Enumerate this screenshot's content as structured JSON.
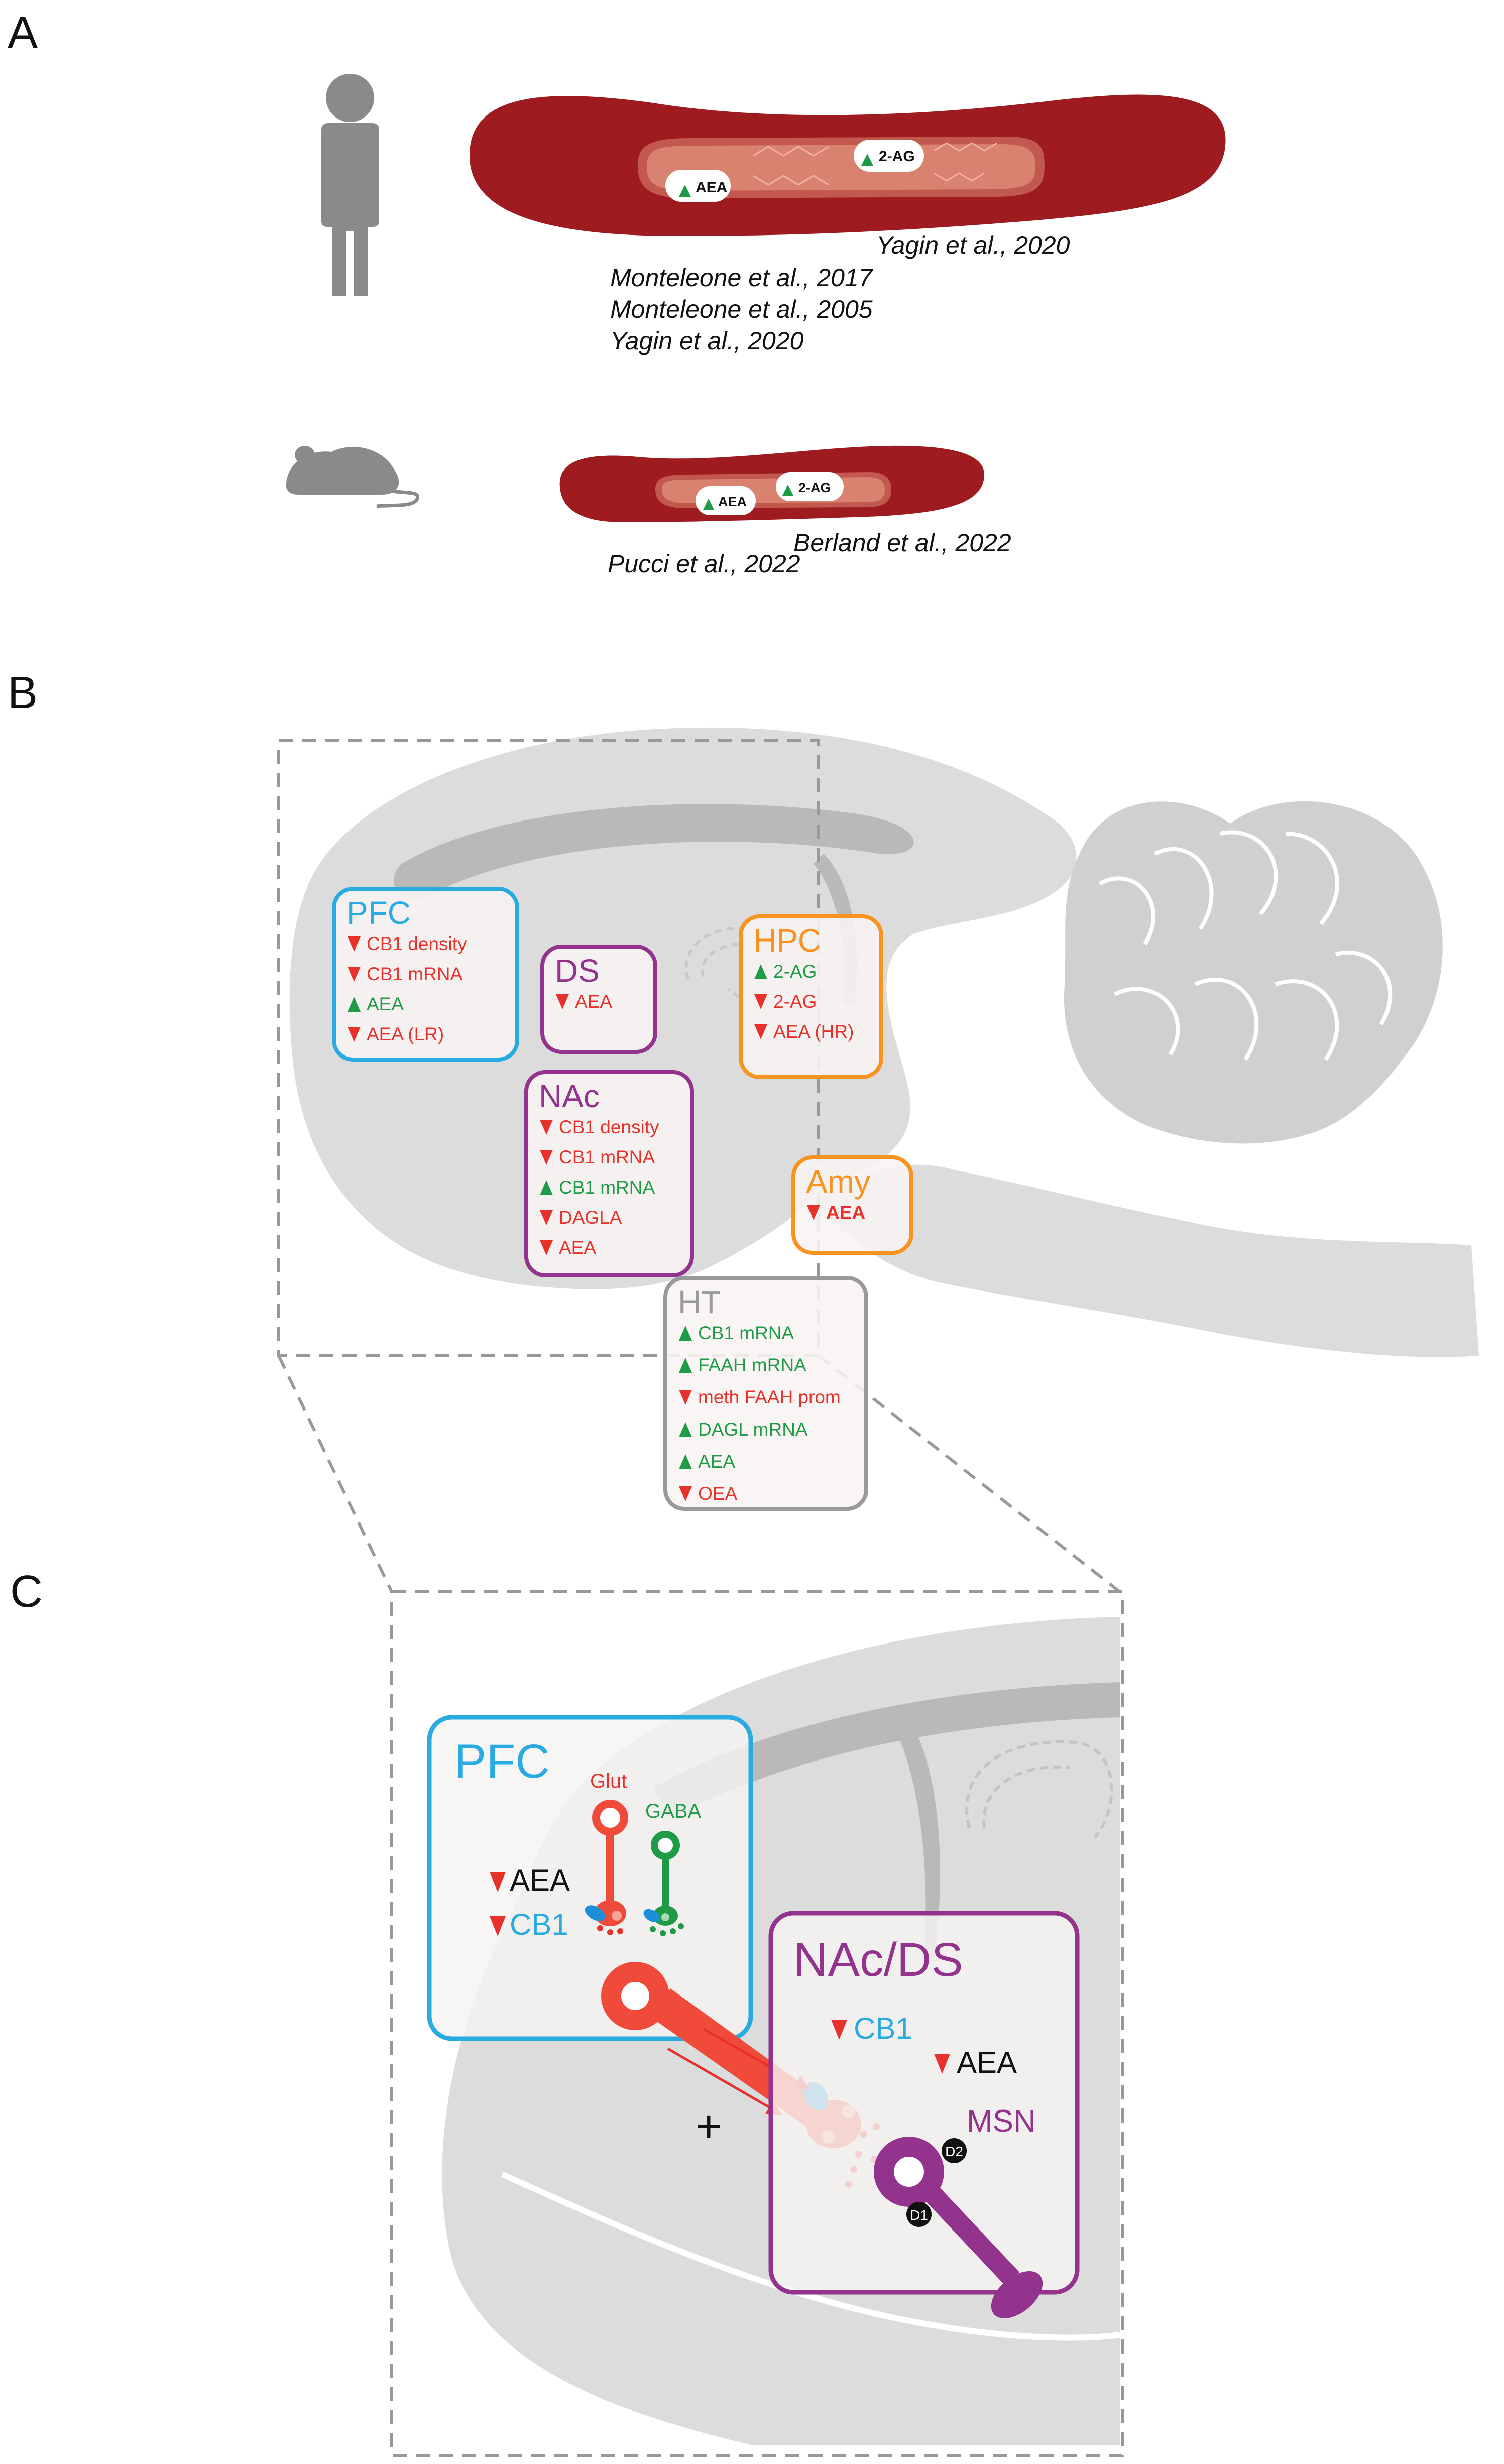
{
  "panels": {
    "a": "A",
    "b": "B",
    "c": "C"
  },
  "colors": {
    "decrease": "#e8312a",
    "increase": "#1f9a46",
    "pfc": "#29abe2",
    "striatum": "#93338e",
    "hpc": "#f7931e",
    "ht": "#999999",
    "vessel": "#9e1b20",
    "brain": "#dcdcdc"
  },
  "panel_a": {
    "human": {
      "icon": "human-icon",
      "markers": [
        {
          "label": "AEA",
          "direction": "up"
        },
        {
          "label": "2-AG",
          "direction": "up"
        }
      ],
      "citations": [
        "Yagin et al., 2020",
        "Monteleone et al., 2017",
        "Monteleone et al., 2005",
        "Yagin et al., 2020"
      ]
    },
    "mouse": {
      "icon": "mouse-icon",
      "markers": [
        {
          "label": "AEA",
          "direction": "up"
        },
        {
          "label": "2-AG",
          "direction": "up"
        }
      ],
      "citations": [
        "Berland et al., 2022",
        "Pucci et al., 2022"
      ]
    }
  },
  "panel_b": {
    "regions": [
      {
        "id": "pfc",
        "title": "PFC",
        "items": [
          {
            "text": "CB1 density",
            "dir": "down"
          },
          {
            "text": "CB1 mRNA",
            "dir": "down"
          },
          {
            "text": "AEA",
            "dir": "up"
          },
          {
            "text": "AEA (LR)",
            "dir": "down"
          }
        ]
      },
      {
        "id": "ds",
        "title": "DS",
        "items": [
          {
            "text": "AEA",
            "dir": "down"
          }
        ]
      },
      {
        "id": "hpc",
        "title": "HPC",
        "items": [
          {
            "text": "2-AG",
            "dir": "up"
          },
          {
            "text": "2-AG",
            "dir": "down"
          },
          {
            "text": "AEA (HR)",
            "dir": "down"
          }
        ]
      },
      {
        "id": "nac",
        "title": "NAc",
        "items": [
          {
            "text": "CB1 density",
            "dir": "down"
          },
          {
            "text": "CB1 mRNA",
            "dir": "down"
          },
          {
            "text": "CB1 mRNA",
            "dir": "up"
          },
          {
            "text": "DAGLA",
            "dir": "down"
          },
          {
            "text": "AEA",
            "dir": "down"
          }
        ]
      },
      {
        "id": "amy",
        "title": "Amy",
        "items": [
          {
            "text": "AEA",
            "dir": "down"
          }
        ]
      },
      {
        "id": "ht",
        "title": "HT",
        "items": [
          {
            "text": "CB1 mRNA",
            "dir": "up"
          },
          {
            "text": "FAAH mRNA",
            "dir": "up"
          },
          {
            "text": "meth FAAH prom",
            "dir": "down"
          },
          {
            "text": "DAGL mRNA",
            "dir": "up"
          },
          {
            "text": "AEA",
            "dir": "up"
          },
          {
            "text": "OEA",
            "dir": "down"
          }
        ]
      }
    ]
  },
  "panel_c": {
    "pfc": {
      "title": "PFC",
      "glut": "Glut",
      "gaba": "GABA",
      "aea": "AEA",
      "cb1": "CB1"
    },
    "striatum": {
      "title": "NAc/DS",
      "cb1": "CB1",
      "aea": "AEA",
      "msn": "MSN",
      "d1": "D1",
      "d2": "D2"
    },
    "plus": "+"
  }
}
